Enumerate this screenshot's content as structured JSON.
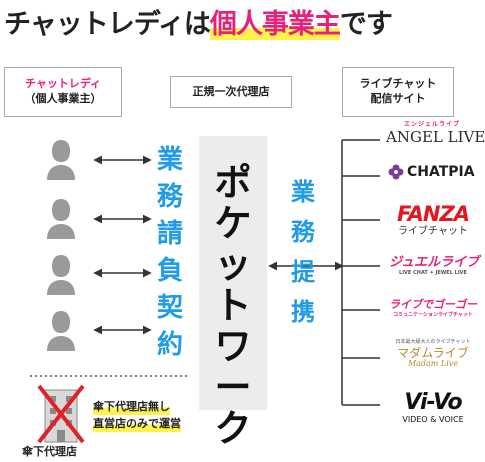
{
  "title": {
    "prefix": "チャットレディは",
    "highlight": "個人事業主",
    "suffix": "です"
  },
  "headers": {
    "left": {
      "line1": "チャットレディ",
      "line2": "（個人事業主）"
    },
    "middle": "正規一次代理店",
    "right": {
      "line1": "ライブチャット",
      "line2": "配信サイト"
    }
  },
  "left_vertical": [
    "業",
    "務",
    "請",
    "負",
    "契",
    "約"
  ],
  "center_vertical": [
    "ポ",
    "ケ",
    "ッ",
    "ト",
    "ワ",
    "ー",
    "ク"
  ],
  "right_vertical": [
    "業",
    "務",
    "提",
    "携"
  ],
  "sites": [
    {
      "top": "エンジェルライブ",
      "main": "ANGEL LIVE",
      "color": "#2b2b2b"
    },
    {
      "main": "CHATPIA",
      "color": "#1f1f1f"
    },
    {
      "main": "FANZA",
      "sub": "ライブチャット",
      "color": "#e8141e"
    },
    {
      "main": "ジュエルライブ",
      "sub": "LIVE CHAT ✦ JEWEL LIVE",
      "color": "#e8207c"
    },
    {
      "main": "ライブでゴーゴー",
      "sub": "コミュニケーションライブチャット",
      "color": "#e8207c"
    },
    {
      "top": "日本最大級大人のライブチャット",
      "main": "マダムライブ",
      "sub": "Madam Live",
      "color": "#b88a2e"
    },
    {
      "main": "Vi-Vo",
      "sub": "VIDEO & VOICE",
      "color": "#111111"
    }
  ],
  "bottom": {
    "agency_label": "傘下代理店",
    "note_line1": "傘下代理店無し",
    "note_line2": "直営店のみで運営"
  },
  "colors": {
    "pink": "#e8207c",
    "blue": "#1f9be8",
    "highlight": "#fff24a"
  }
}
